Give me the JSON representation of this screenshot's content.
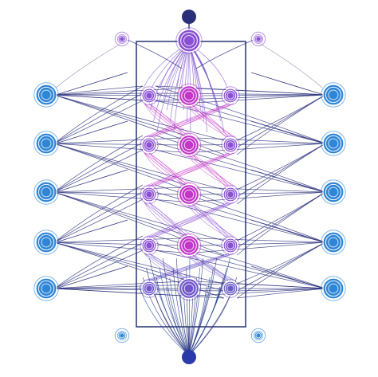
{
  "illustration": {
    "palette": {
      "background": "#ffffff",
      "navy": "#2a2f7a",
      "blue": "#2f86d6",
      "blue_dark": "#1f4f9e",
      "purple": "#8a4fd2",
      "magenta": "#c236c8",
      "violet": "#6f57c9",
      "frame": "#34407a"
    },
    "node_rows": 5,
    "outer_columns": 2,
    "inner_columns": 3
  }
}
